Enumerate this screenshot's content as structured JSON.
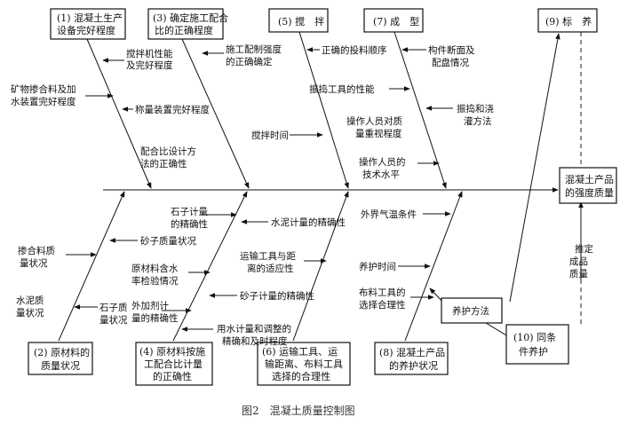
{
  "categories_top": [
    {
      "line1": "(1) 混凝土生产",
      "line2": "设备完好程度"
    },
    {
      "line1": "(3) 确定施工配合",
      "line2": "比的正确程度"
    },
    {
      "line1": "(5) 搅　拌"
    },
    {
      "line1": "(7) 成　型"
    },
    {
      "line1": "(9) 标　养"
    }
  ],
  "categories_bottom": [
    {
      "line1": "(2) 原材料的",
      "line2": "质量状况"
    },
    {
      "line1": "(4) 原材料按施",
      "line2": "工配合比计量",
      "line3": "的正确性"
    },
    {
      "line1": "(6) 运输工具、运",
      "line2": "输距离、布料工具",
      "line3": "选择的合理性"
    },
    {
      "line1": "(8) 混凝土产品",
      "line2": "的养护状况"
    },
    {
      "line1": "(10) 同条",
      "line2": "件养护"
    }
  ],
  "effect": {
    "line1": "混凝土产品",
    "line2": "的强度质量"
  },
  "causes": {
    "c1a": {
      "line1": "搅拌机性能",
      "line2": "及完好程度"
    },
    "c1b": {
      "line1": "矿物掺合料及加",
      "line2": "水装置完好程度"
    },
    "c1c": {
      "line1": "称量装置完好程度"
    },
    "c1d": {
      "line1": "配合比设计方",
      "line2": "法的正确性"
    },
    "c3a": {
      "line1": "施工配制强度",
      "line2": "的正确确定"
    },
    "c5a": {
      "line1": "正确的投料顺序"
    },
    "c5b": {
      "line1": "振捣工具的性能"
    },
    "c5c": {
      "line1": "搅拌时间"
    },
    "c5d": {
      "line1": "操作人员对质",
      "line2": "量重视程度"
    },
    "c7a": {
      "line1": "构件断面及",
      "line2": "配盘情况"
    },
    "c7b": {
      "line1": "振捣和浇",
      "line2": "灌方法"
    },
    "c7c": {
      "line1": "操作人员的",
      "line2": "技术水平"
    },
    "c2a": {
      "line1": "掺合料质",
      "line2": "量状况"
    },
    "c2b": {
      "line1": "砂子质量状况"
    },
    "c2c": {
      "line1": "水泥质",
      "line2": "量状况"
    },
    "c2d": {
      "line1": "石子质",
      "line2": "量状况"
    },
    "c4a": {
      "line1": "石子计量",
      "line2": "的精确性"
    },
    "c4b": {
      "line1": "原材料含水",
      "line2": "率检验情况"
    },
    "c4c": {
      "line1": "外加剂计",
      "line2": "量的精确性"
    },
    "c4d": {
      "line1": "用水计量和调整的",
      "line2": "精确和及时程度"
    },
    "c6a": {
      "line1": "水泥计量的精确性"
    },
    "c6b": {
      "line1": "运输工具与距",
      "line2": "离的适应性"
    },
    "c6c": {
      "line1": "砂子计量的精确性"
    },
    "c8a": {
      "line1": "外界气温条件"
    },
    "c8b": {
      "line1": "养护时间"
    },
    "c8c": {
      "line1": "布料工具的",
      "line2": "选择合理性"
    },
    "c8d": {
      "line1": "养护方法"
    },
    "c10": {
      "line1": "推定",
      "line2": "成品",
      "line3": "质量"
    }
  },
  "caption": "图2　混凝土质量控制图"
}
